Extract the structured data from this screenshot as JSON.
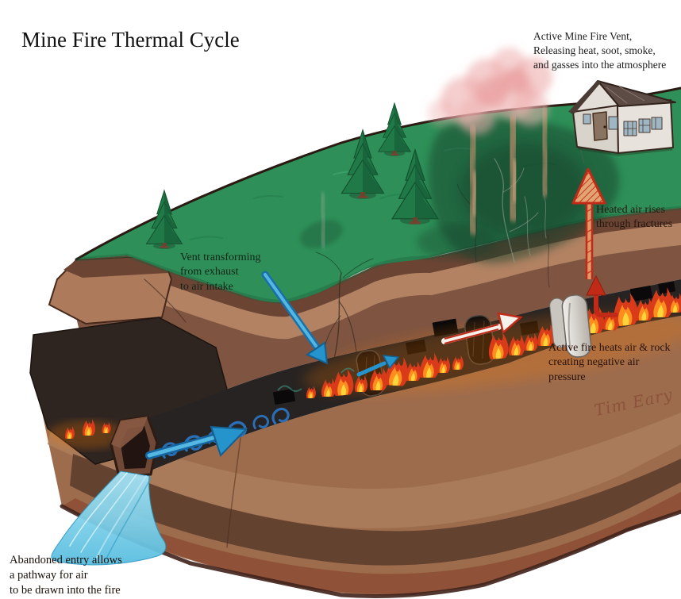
{
  "title": "Mine Fire Thermal Cycle",
  "labels": {
    "active_vent": "Active Mine Fire Vent,\nReleasing heat, soot, smoke,\nand gasses into the atmosphere",
    "heated_air": "Heated air rises\nthrough fractures",
    "vent_transform": "Vent transforming\nfrom exhaust\nto air intake",
    "active_fire": "Active fire heats air & rock\ncreating negative air\npressure",
    "abandoned_entry": "Abandoned entry allows\na pathway for air\nto be drawn into the fire"
  },
  "signature": "Tim Eary",
  "colors": {
    "grass": "#2e9058",
    "grass_stain": "#16402b",
    "rock_dark_band": "#6b4433",
    "rock_tan": "#b28263",
    "rock_medium": "#7f5541",
    "coal_seam": "#272322",
    "below_seam": "#9d6c4d",
    "flame_red": "#d93b1a",
    "flame_orange": "#ff8c1e",
    "flame_yellow": "#ffd43a",
    "cool_air_blue": "#2593cc",
    "intake_ribbon": "#8fd8f0",
    "hot_air_red": "#c23318",
    "smoke_pink": "#eeaeae",
    "smoke_tan": "#c89270",
    "house_wall": "#e7e3dc",
    "house_roof": "#5d4c45"
  }
}
